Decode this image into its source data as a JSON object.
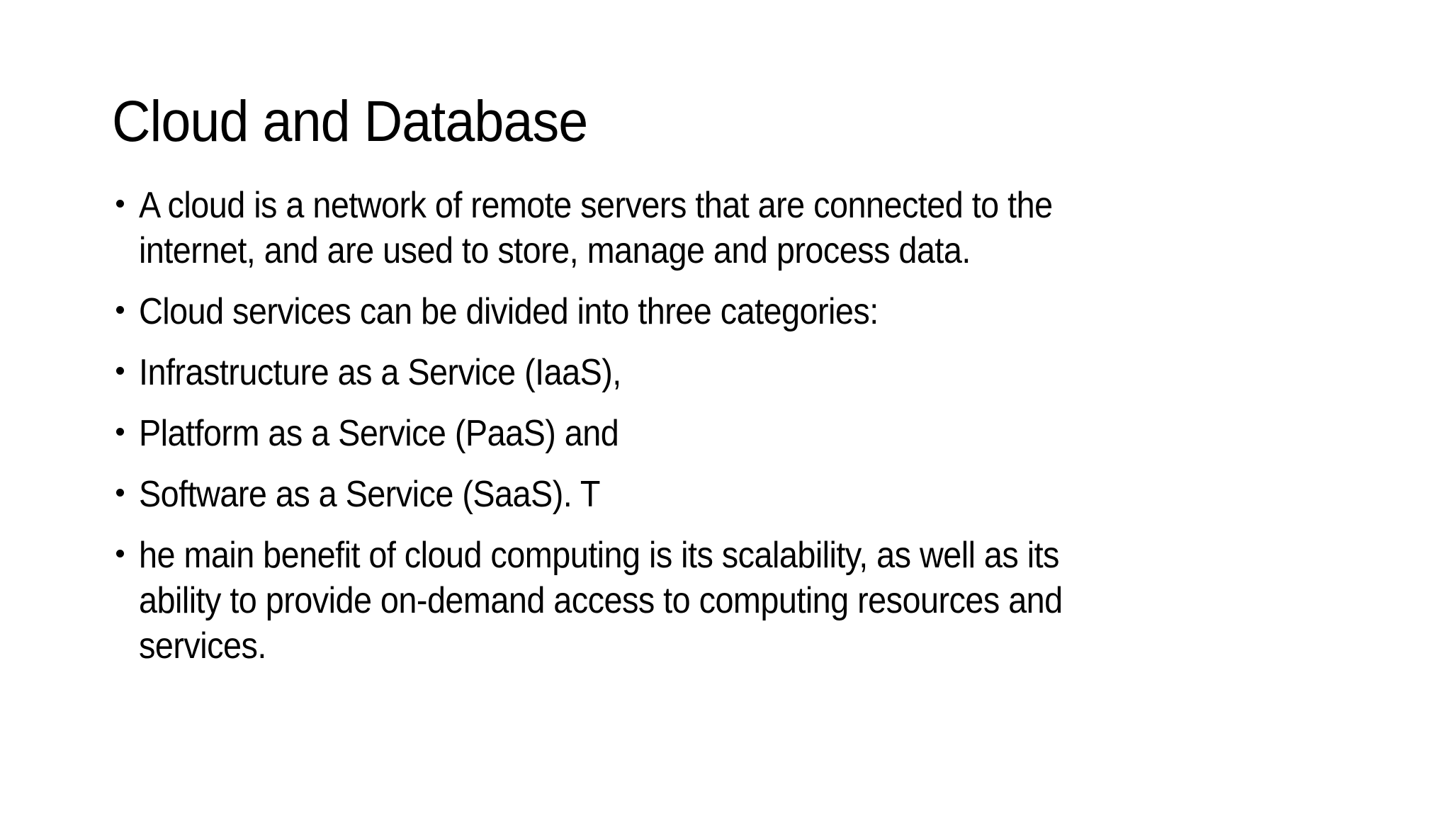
{
  "slide": {
    "title": "Cloud and Database",
    "bullets": [
      {
        "lines": [
          "A cloud is a network of remote servers that are connected to the",
          "internet, and are used to store, manage and process data."
        ]
      },
      {
        "lines": [
          "Cloud services can be divided into three categories:"
        ]
      },
      {
        "lines": [
          "Infrastructure as a Service (IaaS),"
        ]
      },
      {
        "lines": [
          "Platform as a Service (PaaS) and"
        ]
      },
      {
        "lines": [
          "Software as a Service (SaaS). T"
        ]
      },
      {
        "lines": [
          "he main benefit of cloud computing is its scalability, as well as its",
          "ability to provide on-demand access to computing resources and",
          "services."
        ]
      }
    ]
  },
  "colors": {
    "background": "#ffffff",
    "text": "#000000"
  }
}
